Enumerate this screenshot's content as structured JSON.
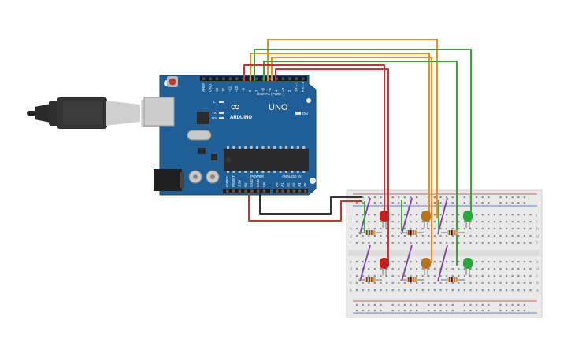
{
  "board": {
    "brand": "UNO",
    "logo": "∞",
    "maker": "ARDUINO",
    "header_digital": "DIGITAL (PWM~)",
    "header_power": "POWER",
    "header_analog": "ANALOG IN",
    "led_on": "ON",
    "led_l": "L",
    "led_tx": "TX",
    "led_rx": "RX",
    "digital_pins": [
      "AREF",
      "GND",
      "13",
      "12",
      "~11",
      "~10",
      "~9",
      "8",
      "7",
      "~6",
      "~5",
      "4",
      "~3",
      "2",
      "TX→1",
      "RX←0"
    ],
    "power_pins": [
      "IOREF",
      "RESET",
      "3.3V",
      "5V",
      "GND",
      "GND",
      "Vin"
    ],
    "analog_pins": [
      "A0",
      "A1",
      "A2",
      "A3",
      "A4",
      "A5"
    ]
  },
  "breadboard": {
    "row_letters_top": [
      "j",
      "i",
      "h",
      "g",
      "f"
    ],
    "row_letters_bottom": [
      "e",
      "d",
      "c",
      "b",
      "a"
    ],
    "rail_signs": [
      "+",
      "-"
    ]
  },
  "colors": {
    "board": "#1f5f96",
    "red_wire": "#d32f2f",
    "orange_wire": "#ef8c1c",
    "green_wire": "#3aa535",
    "black_wire": "#333333",
    "purple_wire": "#7b3fb2",
    "led_red": "#c81e1e",
    "led_amber": "#b8741a",
    "led_green": "#27a83a"
  }
}
